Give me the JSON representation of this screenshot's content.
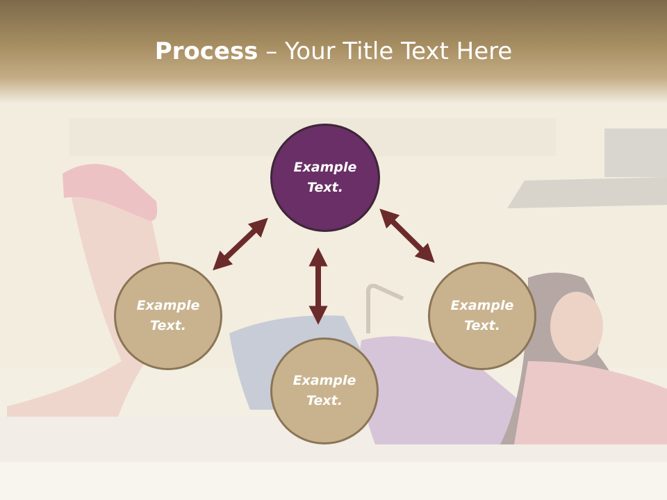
{
  "slide": {
    "title_strong": "Process",
    "title_rest": " – Your Title Text Here"
  },
  "nodes": [
    {
      "line1": "Example",
      "line2": "Text."
    },
    {
      "line1": "Example",
      "line2": "Text."
    },
    {
      "line1": "Example",
      "line2": "Text."
    },
    {
      "line1": "Example",
      "line2": "Text."
    }
  ],
  "colors": {
    "accent_circle": "#6a2f66",
    "plain_circle": "#c9b38e",
    "arrow": "#6b2b2b",
    "header": "#a88f63"
  }
}
